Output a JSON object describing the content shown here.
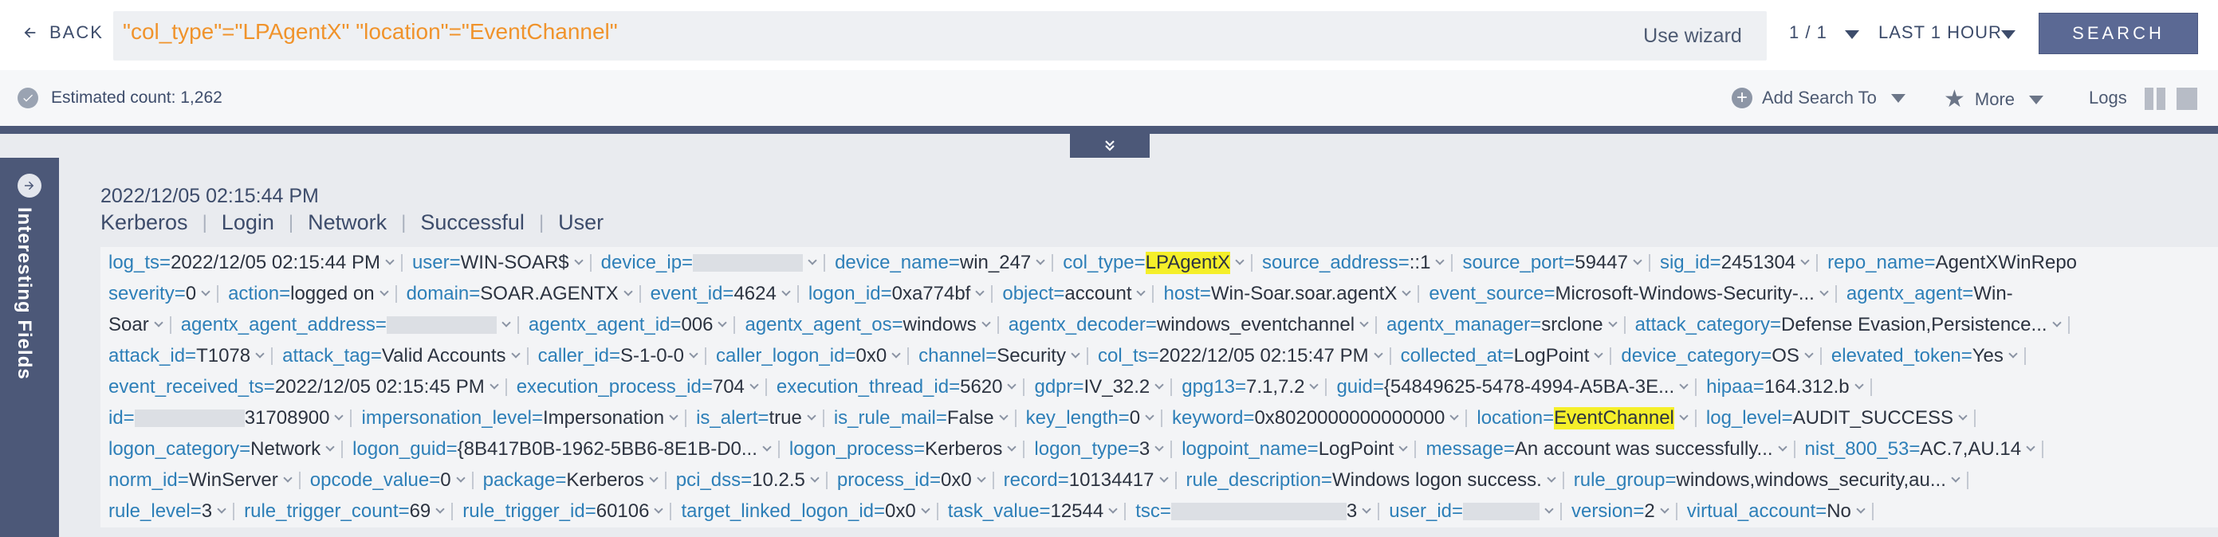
{
  "toolbar": {
    "back_label": "BACK",
    "query": "\"col_type\"=\"LPAgentX\" \"location\"=\"EventChannel\"",
    "use_wizard": "Use wizard",
    "pager": "1 / 1",
    "time_range": "LAST 1 HOUR",
    "search_label": "SEARCH"
  },
  "subbar": {
    "estimated_count": "Estimated count: 1,262",
    "add_search_to": "Add Search To",
    "more": "More",
    "logs": "Logs"
  },
  "sidebar": {
    "label": "Interesting Fields"
  },
  "record": {
    "timestamp": "2022/12/05 02:15:44 PM",
    "tags": [
      "Kerberos",
      "Login",
      "Network",
      "Successful",
      "User"
    ],
    "rows": [
      [
        {
          "k": "log_ts",
          "v": "2022/12/05 02:15:44 PM"
        },
        {
          "k": "user",
          "v": "WIN-SOAR$"
        },
        {
          "k": "device_ip",
          "v": "",
          "mask": "md"
        },
        {
          "k": "device_name",
          "v": "win_247"
        },
        {
          "k": "col_type",
          "v": "LPAgentX",
          "hl": true
        },
        {
          "k": "source_address",
          "v": "::1"
        },
        {
          "k": "source_port",
          "v": "59447"
        },
        {
          "k": "sig_id",
          "v": "2451304"
        },
        {
          "k": "repo_name",
          "v": "AgentXWinRepo",
          "nocaret": true
        }
      ],
      [
        {
          "k": "severity",
          "v": "0"
        },
        {
          "k": "action",
          "v": "logged on"
        },
        {
          "k": "domain",
          "v": "SOAR.AGENTX"
        },
        {
          "k": "event_id",
          "v": "4624"
        },
        {
          "k": "logon_id",
          "v": "0xa774bf"
        },
        {
          "k": "object",
          "v": "account"
        },
        {
          "k": "host",
          "v": "Win-Soar.soar.agentX"
        },
        {
          "k": "event_source",
          "v": "Microsoft-Windows-Security-..."
        },
        {
          "k": "agentx_agent",
          "v": "Win-",
          "nocaret": true
        }
      ],
      [
        {
          "k": "",
          "v": "Soar"
        },
        {
          "k": "agentx_agent_address",
          "v": "",
          "mask": "md"
        },
        {
          "k": "agentx_agent_id",
          "v": "006"
        },
        {
          "k": "agentx_agent_os",
          "v": "windows"
        },
        {
          "k": "agentx_decoder",
          "v": "windows_eventchannel"
        },
        {
          "k": "agentx_manager",
          "v": "srclone"
        },
        {
          "k": "attack_category",
          "v": "Defense Evasion,Persistence..."
        }
      ],
      [
        {
          "k": "attack_id",
          "v": "T1078"
        },
        {
          "k": "attack_tag",
          "v": "Valid Accounts"
        },
        {
          "k": "caller_id",
          "v": "S-1-0-0"
        },
        {
          "k": "caller_logon_id",
          "v": "0x0"
        },
        {
          "k": "channel",
          "v": "Security"
        },
        {
          "k": "col_ts",
          "v": "2022/12/05 02:15:47 PM"
        },
        {
          "k": "collected_at",
          "v": "LogPoint"
        },
        {
          "k": "device_category",
          "v": "OS"
        },
        {
          "k": "elevated_token",
          "v": "Yes"
        }
      ],
      [
        {
          "k": "event_received_ts",
          "v": "2022/12/05 02:15:45 PM"
        },
        {
          "k": "execution_process_id",
          "v": "704"
        },
        {
          "k": "execution_thread_id",
          "v": "5620"
        },
        {
          "k": "gdpr",
          "v": "IV_32.2"
        },
        {
          "k": "gpg13",
          "v": "7.1,7.2"
        },
        {
          "k": "guid",
          "v": "{54849625-5478-4994-A5BA-3E..."
        },
        {
          "k": "hipaa",
          "v": "164.312.b"
        }
      ],
      [
        {
          "k": "id",
          "v": "31708900",
          "mask": "md"
        },
        {
          "k": "impersonation_level",
          "v": "Impersonation"
        },
        {
          "k": "is_alert",
          "v": "true"
        },
        {
          "k": "is_rule_mail",
          "v": "False"
        },
        {
          "k": "key_length",
          "v": "0"
        },
        {
          "k": "keyword",
          "v": "0x8020000000000000"
        },
        {
          "k": "location",
          "v": "EventChannel",
          "hl": true
        },
        {
          "k": "log_level",
          "v": "AUDIT_SUCCESS"
        }
      ],
      [
        {
          "k": "logon_category",
          "v": "Network"
        },
        {
          "k": "logon_guid",
          "v": "{8B417B0B-1962-5BB6-8E1B-D0..."
        },
        {
          "k": "logon_process",
          "v": "Kerberos"
        },
        {
          "k": "logon_type",
          "v": "3"
        },
        {
          "k": "logpoint_name",
          "v": "LogPoint"
        },
        {
          "k": "message",
          "v": "An account was successfully..."
        },
        {
          "k": "nist_800_53",
          "v": "AC.7,AU.14"
        }
      ],
      [
        {
          "k": "norm_id",
          "v": "WinServer"
        },
        {
          "k": "opcode_value",
          "v": "0"
        },
        {
          "k": "package",
          "v": "Kerberos"
        },
        {
          "k": "pci_dss",
          "v": "10.2.5"
        },
        {
          "k": "process_id",
          "v": "0x0"
        },
        {
          "k": "record",
          "v": "10134417"
        },
        {
          "k": "rule_description",
          "v": "Windows logon success."
        },
        {
          "k": "rule_group",
          "v": "windows,windows_security,au..."
        }
      ],
      [
        {
          "k": "rule_level",
          "v": "3"
        },
        {
          "k": "rule_trigger_count",
          "v": "69"
        },
        {
          "k": "rule_trigger_id",
          "v": "60106"
        },
        {
          "k": "target_linked_logon_id",
          "v": "0x0"
        },
        {
          "k": "task_value",
          "v": "12544"
        },
        {
          "k": "tsc",
          "v": "3",
          "mask": "lg"
        },
        {
          "k": "user_id",
          "v": "",
          "mask": "sm"
        },
        {
          "k": "version",
          "v": "2"
        },
        {
          "k": "virtual_account",
          "v": "No"
        }
      ]
    ]
  }
}
